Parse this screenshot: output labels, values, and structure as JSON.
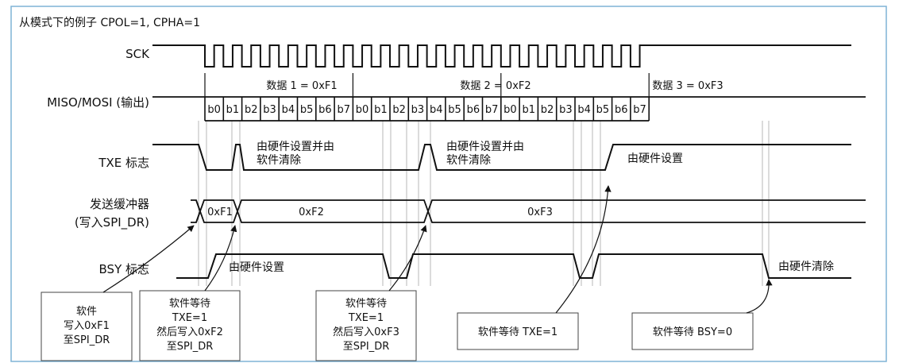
{
  "title": "从模式下的例子  CPOL=1, CPHA=1",
  "signals": {
    "sck": "SCK",
    "miso_mosi": "MISO/MOSI (输出)",
    "txe": "TXE 标志",
    "buffer_line1": "发送缓冲器",
    "buffer_line2": "(写入SPI_DR)",
    "bsy": "BSY 标志"
  },
  "data_groups": [
    {
      "label": "数据 1 = 0xF1"
    },
    {
      "label": "数据 2 = 0xF2"
    },
    {
      "label": "数据 3 = 0xF3"
    }
  ],
  "bits": [
    "b0",
    "b1",
    "b2",
    "b3",
    "b4",
    "b5",
    "b6",
    "b7"
  ],
  "txe_notes": {
    "n1_line1": "由硬件设置并由",
    "n1_line2": "软件清除",
    "n2_line1": "由硬件设置并由",
    "n2_line2": "软件清除",
    "n3": "由硬件设置"
  },
  "buffer_values": [
    "0xF1",
    "0xF2",
    "0xF3"
  ],
  "bsy_notes": {
    "set": "由硬件设置",
    "clear": "由硬件清除"
  },
  "boxes": {
    "b1": [
      "软件",
      "写入0xF1",
      "至SPI_DR"
    ],
    "b2": [
      "软件等待",
      "TXE=1",
      "然后写入0xF2",
      "至SPI_DR"
    ],
    "b3": [
      "软件等待",
      "TXE=1",
      "然后写入0xF3",
      "至SPI_DR"
    ],
    "b4": [
      "软件等待 TXE=1"
    ],
    "b5": [
      "软件等待 BSY=0"
    ]
  },
  "colors": {
    "border": "#7fb3d5",
    "line": "#111111",
    "guide": "#888888"
  }
}
